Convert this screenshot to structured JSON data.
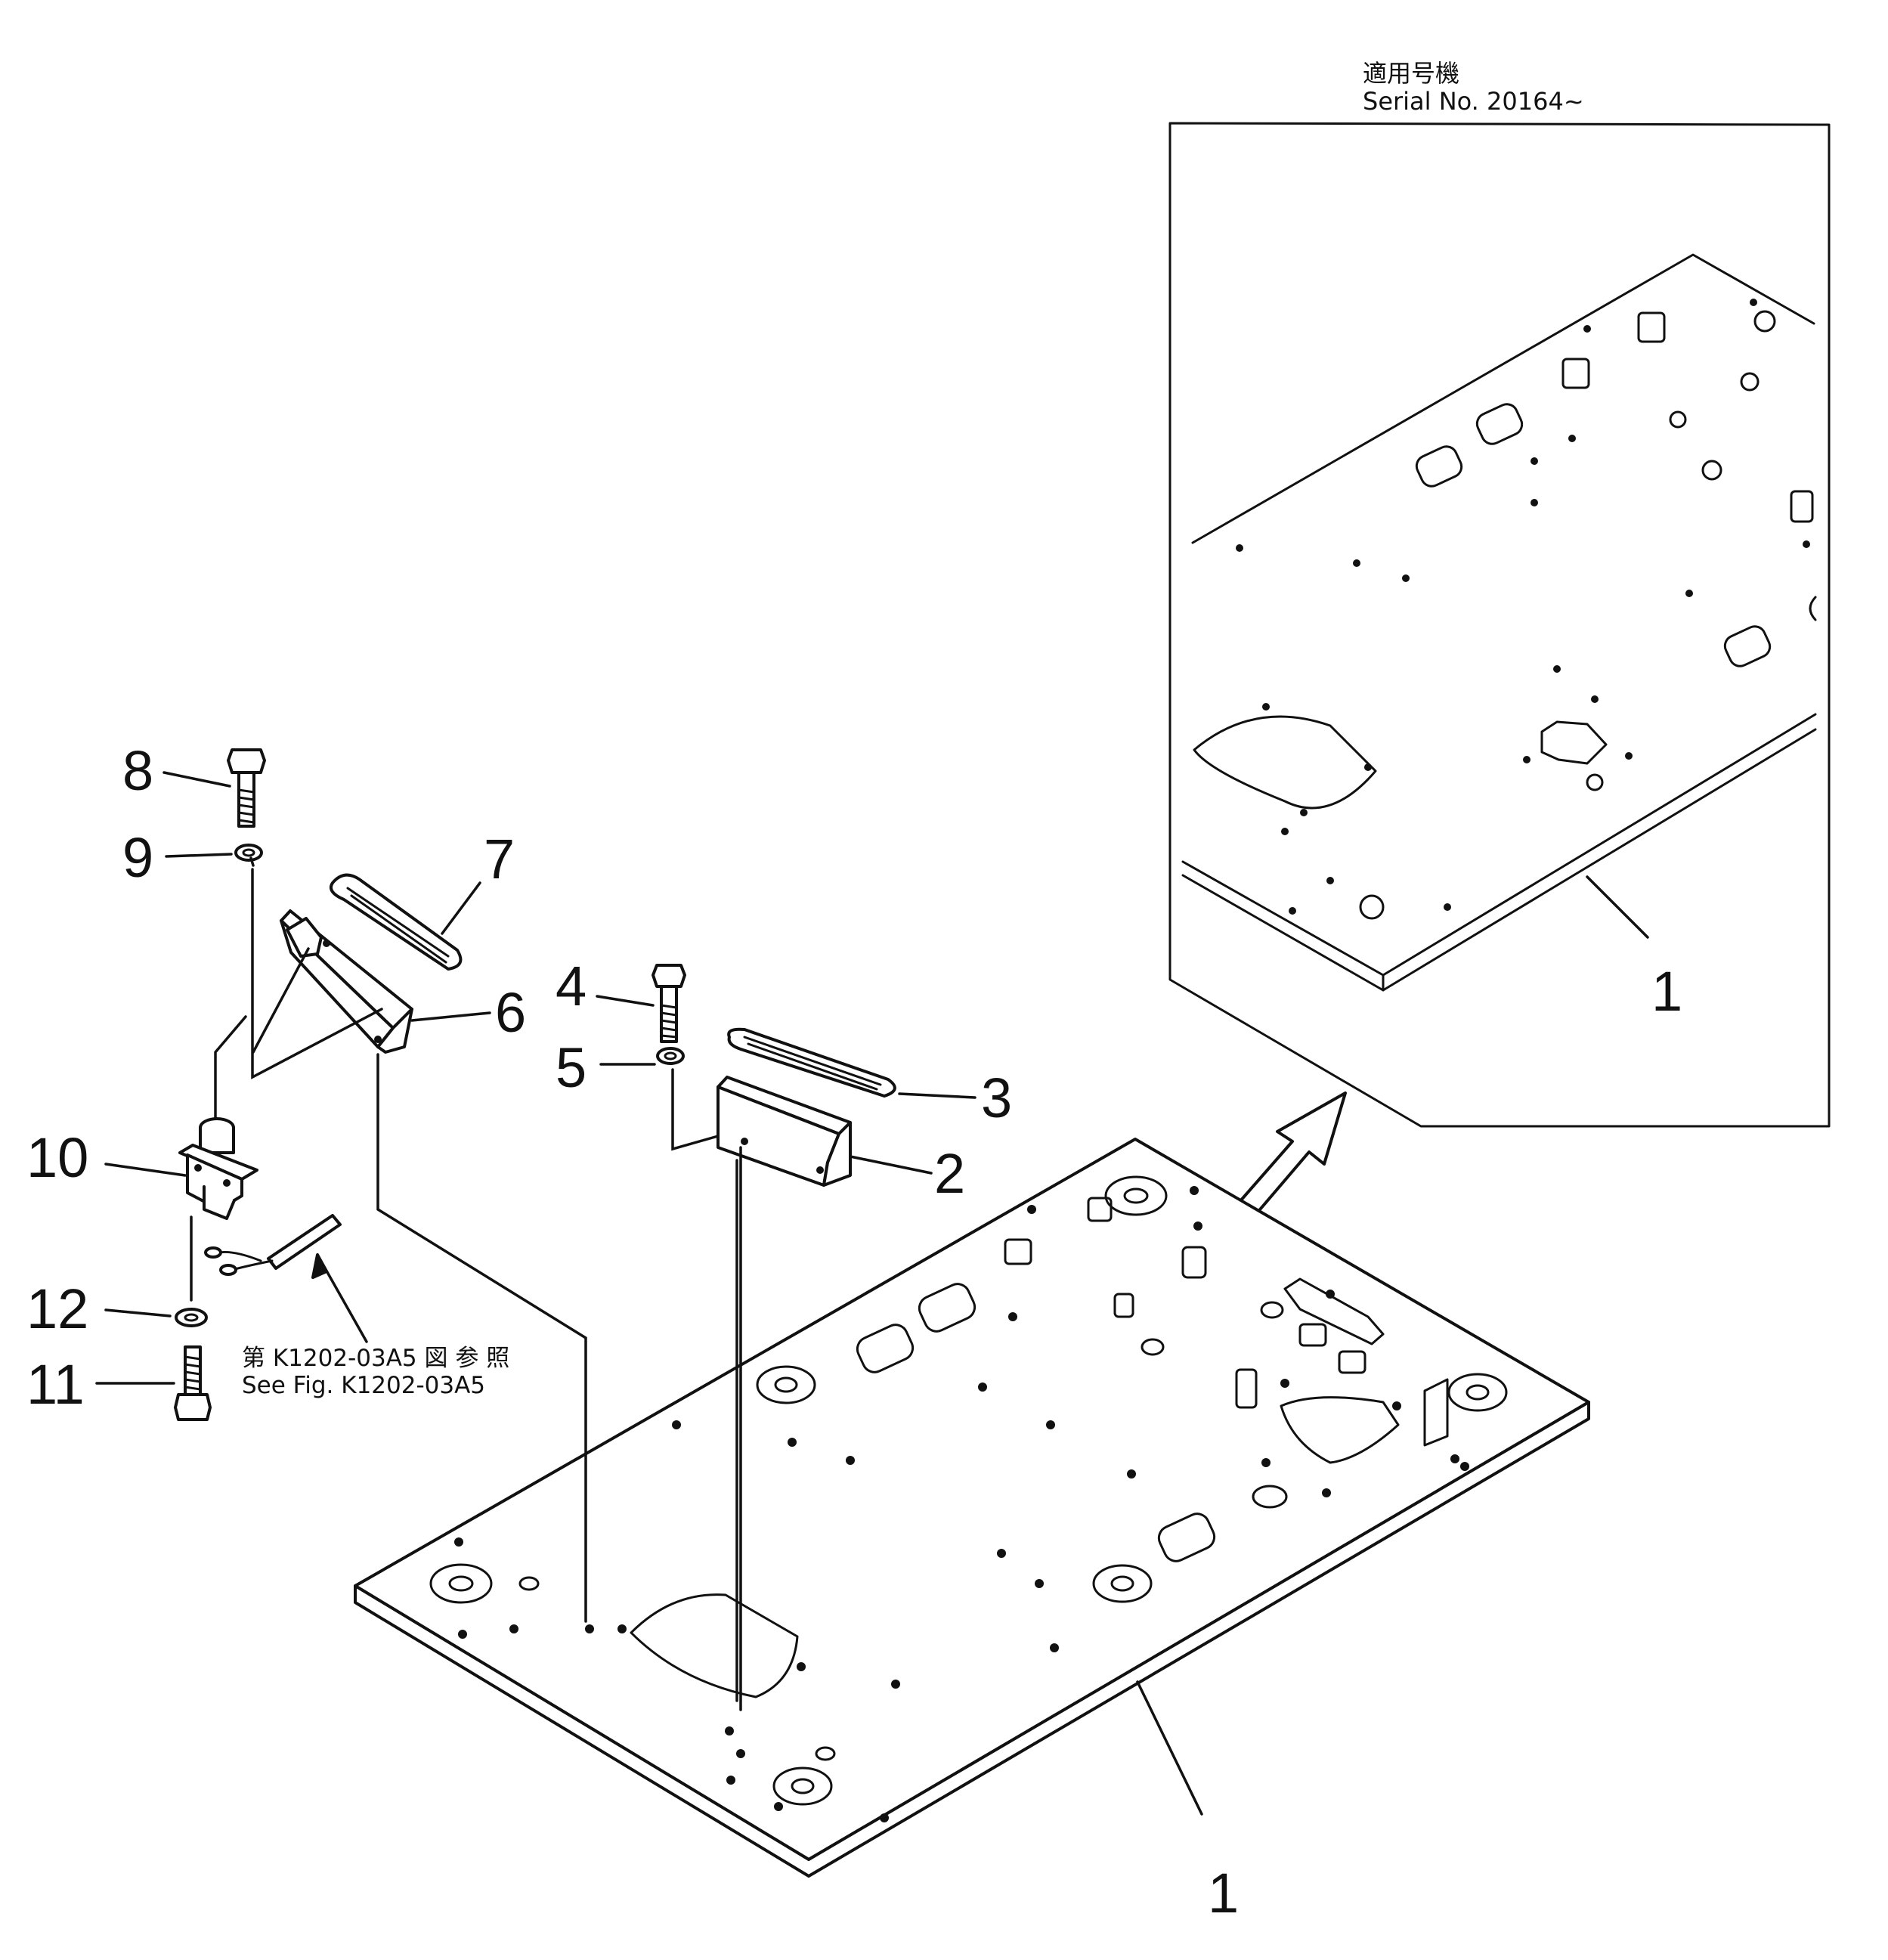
{
  "serial_note": {
    "line1": "適用号機",
    "line2": "Serial  No.  20164~"
  },
  "reference_note": {
    "line1": "第 K1202-03A5 図 参 照",
    "line2": "See Fig. K1202-03A5"
  },
  "callouts": {
    "floor_plate": "1",
    "floor_plate_inset": "1",
    "bracket_right": "2",
    "pad_right": "3",
    "bolt_right": "4",
    "washer_right": "5",
    "bracket_left": "6",
    "pad_left": "7",
    "bolt_left": "8",
    "washer_left": "9",
    "switch": "10",
    "bolt_bottom": "11",
    "washer_bottom": "12"
  }
}
